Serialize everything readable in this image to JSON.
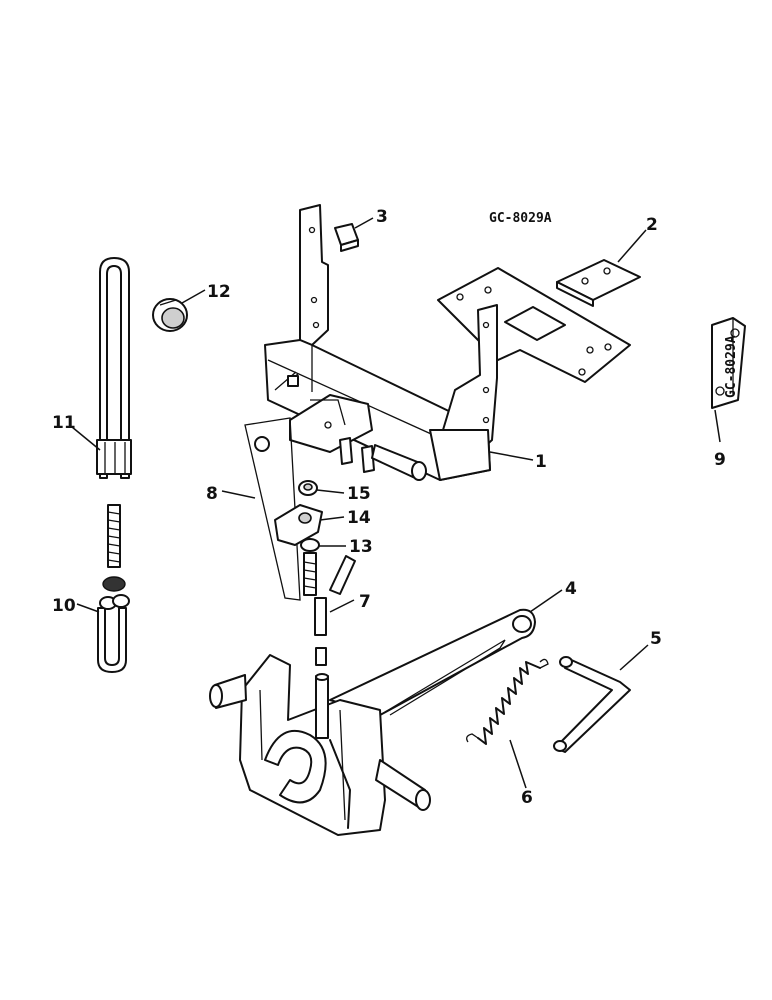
{
  "drawing_code": "GC-8029A",
  "bracket_stamp": "GC-8029A",
  "callouts": {
    "c1": "1",
    "c2": "2",
    "c3": "3",
    "c4": "4",
    "c5": "5",
    "c6": "6",
    "c7": "7",
    "c8": "8",
    "c9": "9",
    "c10": "10",
    "c11": "11",
    "c12": "12",
    "c13": "13",
    "c14": "14",
    "c15": "15"
  }
}
